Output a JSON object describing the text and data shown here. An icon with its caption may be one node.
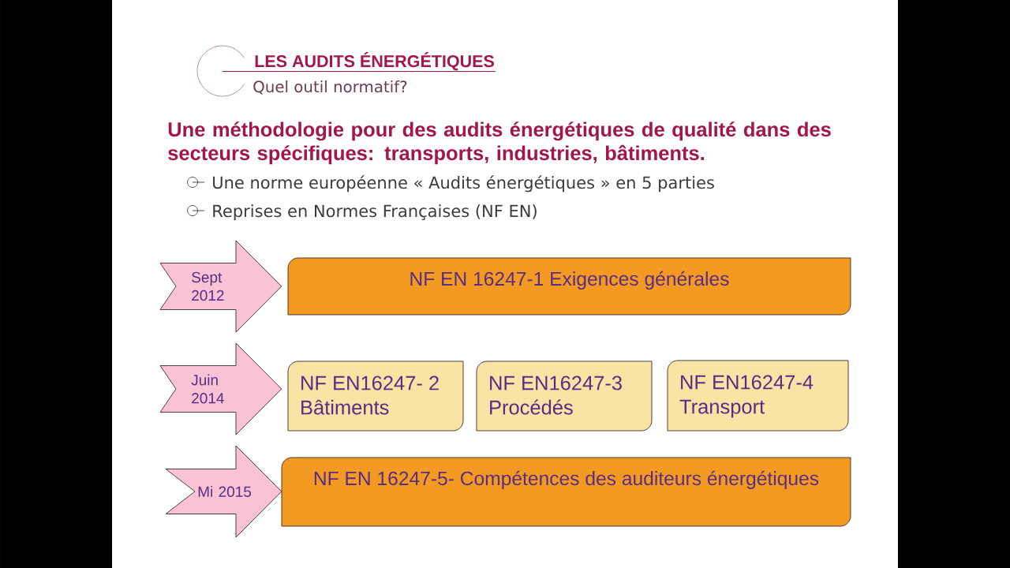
{
  "diagram": {
    "title": "LES AUDITS ÉNERGÉTIQUES",
    "nodes": [
      {
        "text": [
          "NF EN 16247-1 Exigences générales"
        ]
      },
      {
        "text": [
          "NF EN16247- 2",
          "Bâtiments"
        ]
      },
      {
        "text": [
          "NF EN16247-3",
          "Procédés"
        ]
      },
      {
        "text": [
          "NF EN16247-4",
          "Transport"
        ]
      },
      {
        "text": [
          "NF EN 16247-5- Compétences des auditeurs énergétiques"
        ]
      }
    ],
    "edges": [
      {
        "from": null,
        "to": 0,
        "arrow": "to",
        "label": "Sept 2012"
      },
      {
        "from": null,
        "to": 1,
        "arrow": "to",
        "label": "Juin 2014"
      },
      {
        "from": null,
        "to": 4,
        "arrow": "to",
        "label": "Mi 2015"
      }
    ],
    "labels": [
      "Quel outil normatif?",
      "Une méthodologie pour des audits énergétiques de qualité dans des secteurs spécifiques: transports, industries, bâtiments.",
      "Une norme européenne « Audits énergétiques » en 5 parties",
      "Reprises en Normes Françaises (NF EN)"
    ]
  }
}
